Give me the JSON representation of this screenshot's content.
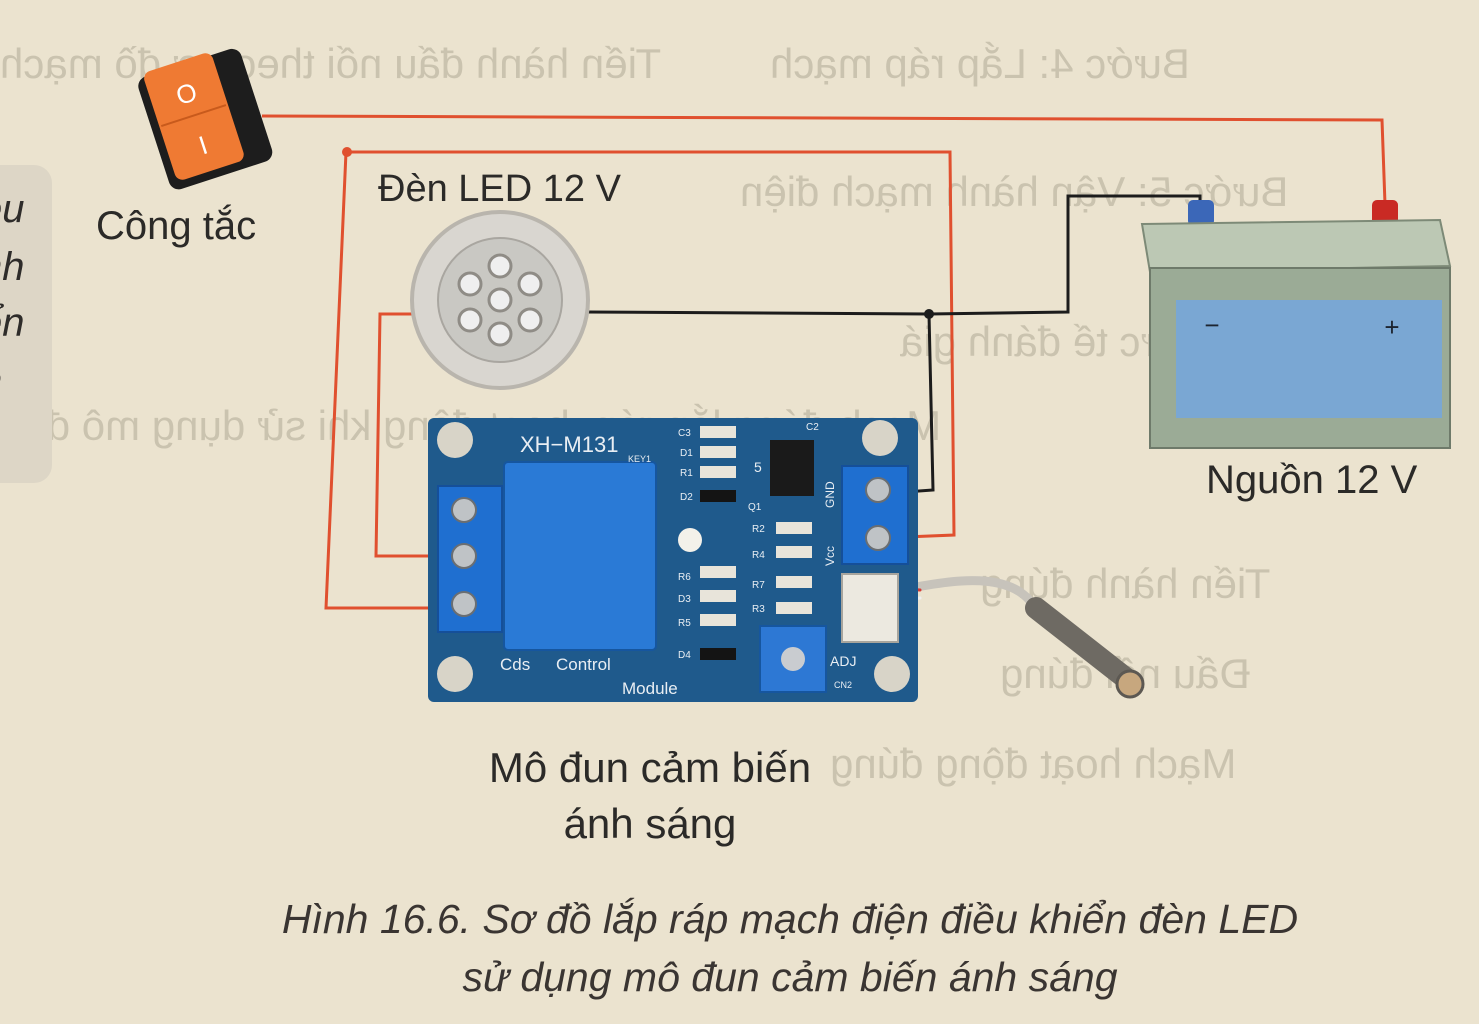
{
  "labels": {
    "switch": "Công tắc",
    "led": "Đèn LED 12 V",
    "source": "Nguồn 12 V",
    "module_line1": "Mô đun cảm biến",
    "module_line2": "ánh sáng"
  },
  "caption": {
    "line1": "Hình 16.6. Sơ đồ lắp ráp mạch điện điều khiển đèn LED",
    "line2": "sử dụng mô đun cảm biến ánh sáng"
  },
  "switch_markings": {
    "on": "I",
    "off": "O"
  },
  "battery_markings": {
    "negative": "−",
    "positive": "+"
  },
  "module_markings": {
    "model": "XH−M131",
    "key": "KEY1",
    "bottom_left": "Cds",
    "bottom_mid": "Control",
    "bottom_right": "Module",
    "gnd": "GND",
    "vcc": "Vcc",
    "adj": "ADJ",
    "cn2": "CN2",
    "c3": "C3",
    "d1": "D1",
    "r1": "R1",
    "d2": "D2",
    "q1": "Q1",
    "r2": "R2",
    "r4": "R4",
    "r6": "R6",
    "r7": "R7",
    "r3": "R3",
    "d3": "D3",
    "r5": "R5",
    "d4": "D4",
    "c2": "C2",
    "u1": "5"
  },
  "side_fragments": [
    "ều",
    "nh",
    "ển",
    "n"
  ],
  "colors": {
    "paper": "#ebe3cf",
    "wire_red": "#e0502f",
    "wire_black": "#1c1c1c",
    "pcb_blue": "#1f5a8c",
    "switch_orange": "#ef7a33",
    "battery_green": "#9bab96",
    "battery_blue": "#7aa7d3",
    "relay_blue": "#1f6fd0"
  }
}
